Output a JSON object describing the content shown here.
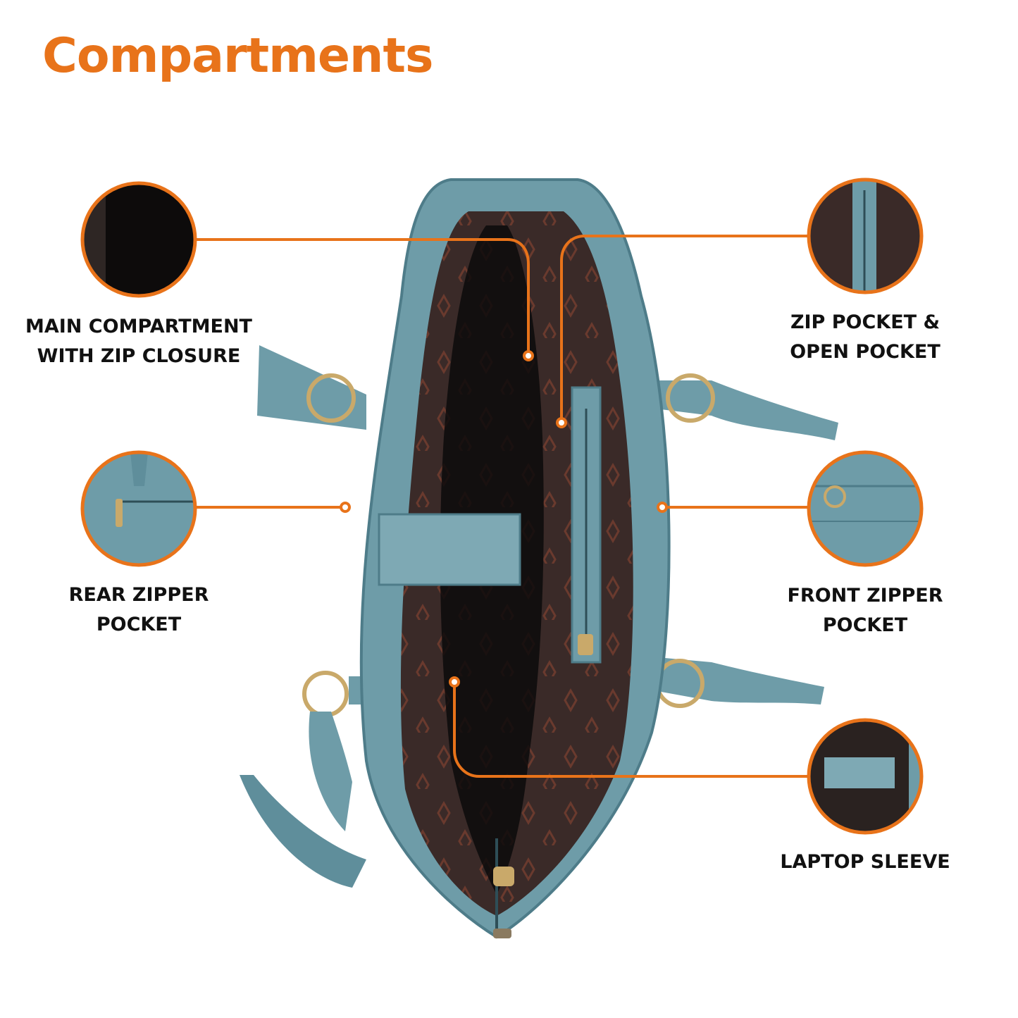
{
  "title": "Compartments",
  "colors": {
    "accent": "#E8731A",
    "bag": "#6E9CA8",
    "bag_dark": "#4E7C89",
    "lining": "#3A2A28",
    "lining_pattern": "#6A3A2E",
    "hardware": "#C9A96A"
  },
  "callouts": [
    {
      "id": "main",
      "line1": "MAIN COMPARTMENT",
      "line2": "WITH ZIP CLOSURE"
    },
    {
      "id": "rear",
      "line1": "REAR ZIPPER",
      "line2": "POCKET"
    },
    {
      "id": "zipopen",
      "line1": "ZIP POCKET &",
      "line2": "OPEN POCKET"
    },
    {
      "id": "front",
      "line1": "FRONT ZIPPER",
      "line2": "POCKET"
    },
    {
      "id": "laptop",
      "line1": "LAPTOP SLEEVE",
      "line2": ""
    }
  ]
}
